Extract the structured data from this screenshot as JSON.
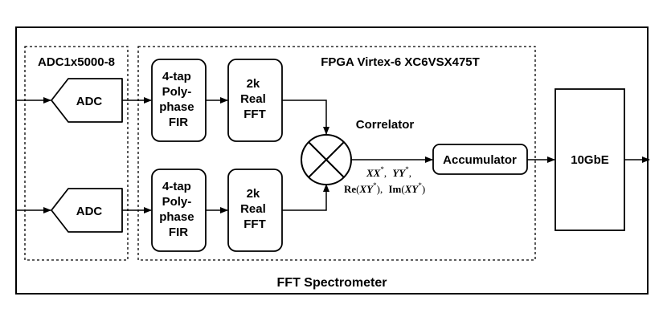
{
  "diagram": {
    "outer_title": "FFT Spectrometer",
    "adc_group_title": "ADC1x5000-8",
    "fpga_group_title": "FPGA Virtex-6 XC6VSX475T",
    "adc_top": "ADC",
    "adc_bottom": "ADC",
    "fir_top": [
      "4-tap",
      "Poly-",
      "phase",
      "FIR"
    ],
    "fir_bottom": [
      "4-tap",
      "Poly-",
      "phase",
      "FIR"
    ],
    "fft_top": [
      "2k",
      "Real",
      "FFT"
    ],
    "fft_bottom": [
      "2k",
      "Real",
      "FFT"
    ],
    "correlator": "Correlator",
    "accumulator": "Accumulator",
    "ethernet": "10GbE",
    "products": {
      "xx": "XX",
      "yy": "YY",
      "re_fn": "Re",
      "im_fn": "Im",
      "xy": "XY",
      "conj": "*"
    }
  },
  "colors": {
    "stroke": "#000000",
    "background": "#ffffff"
  }
}
